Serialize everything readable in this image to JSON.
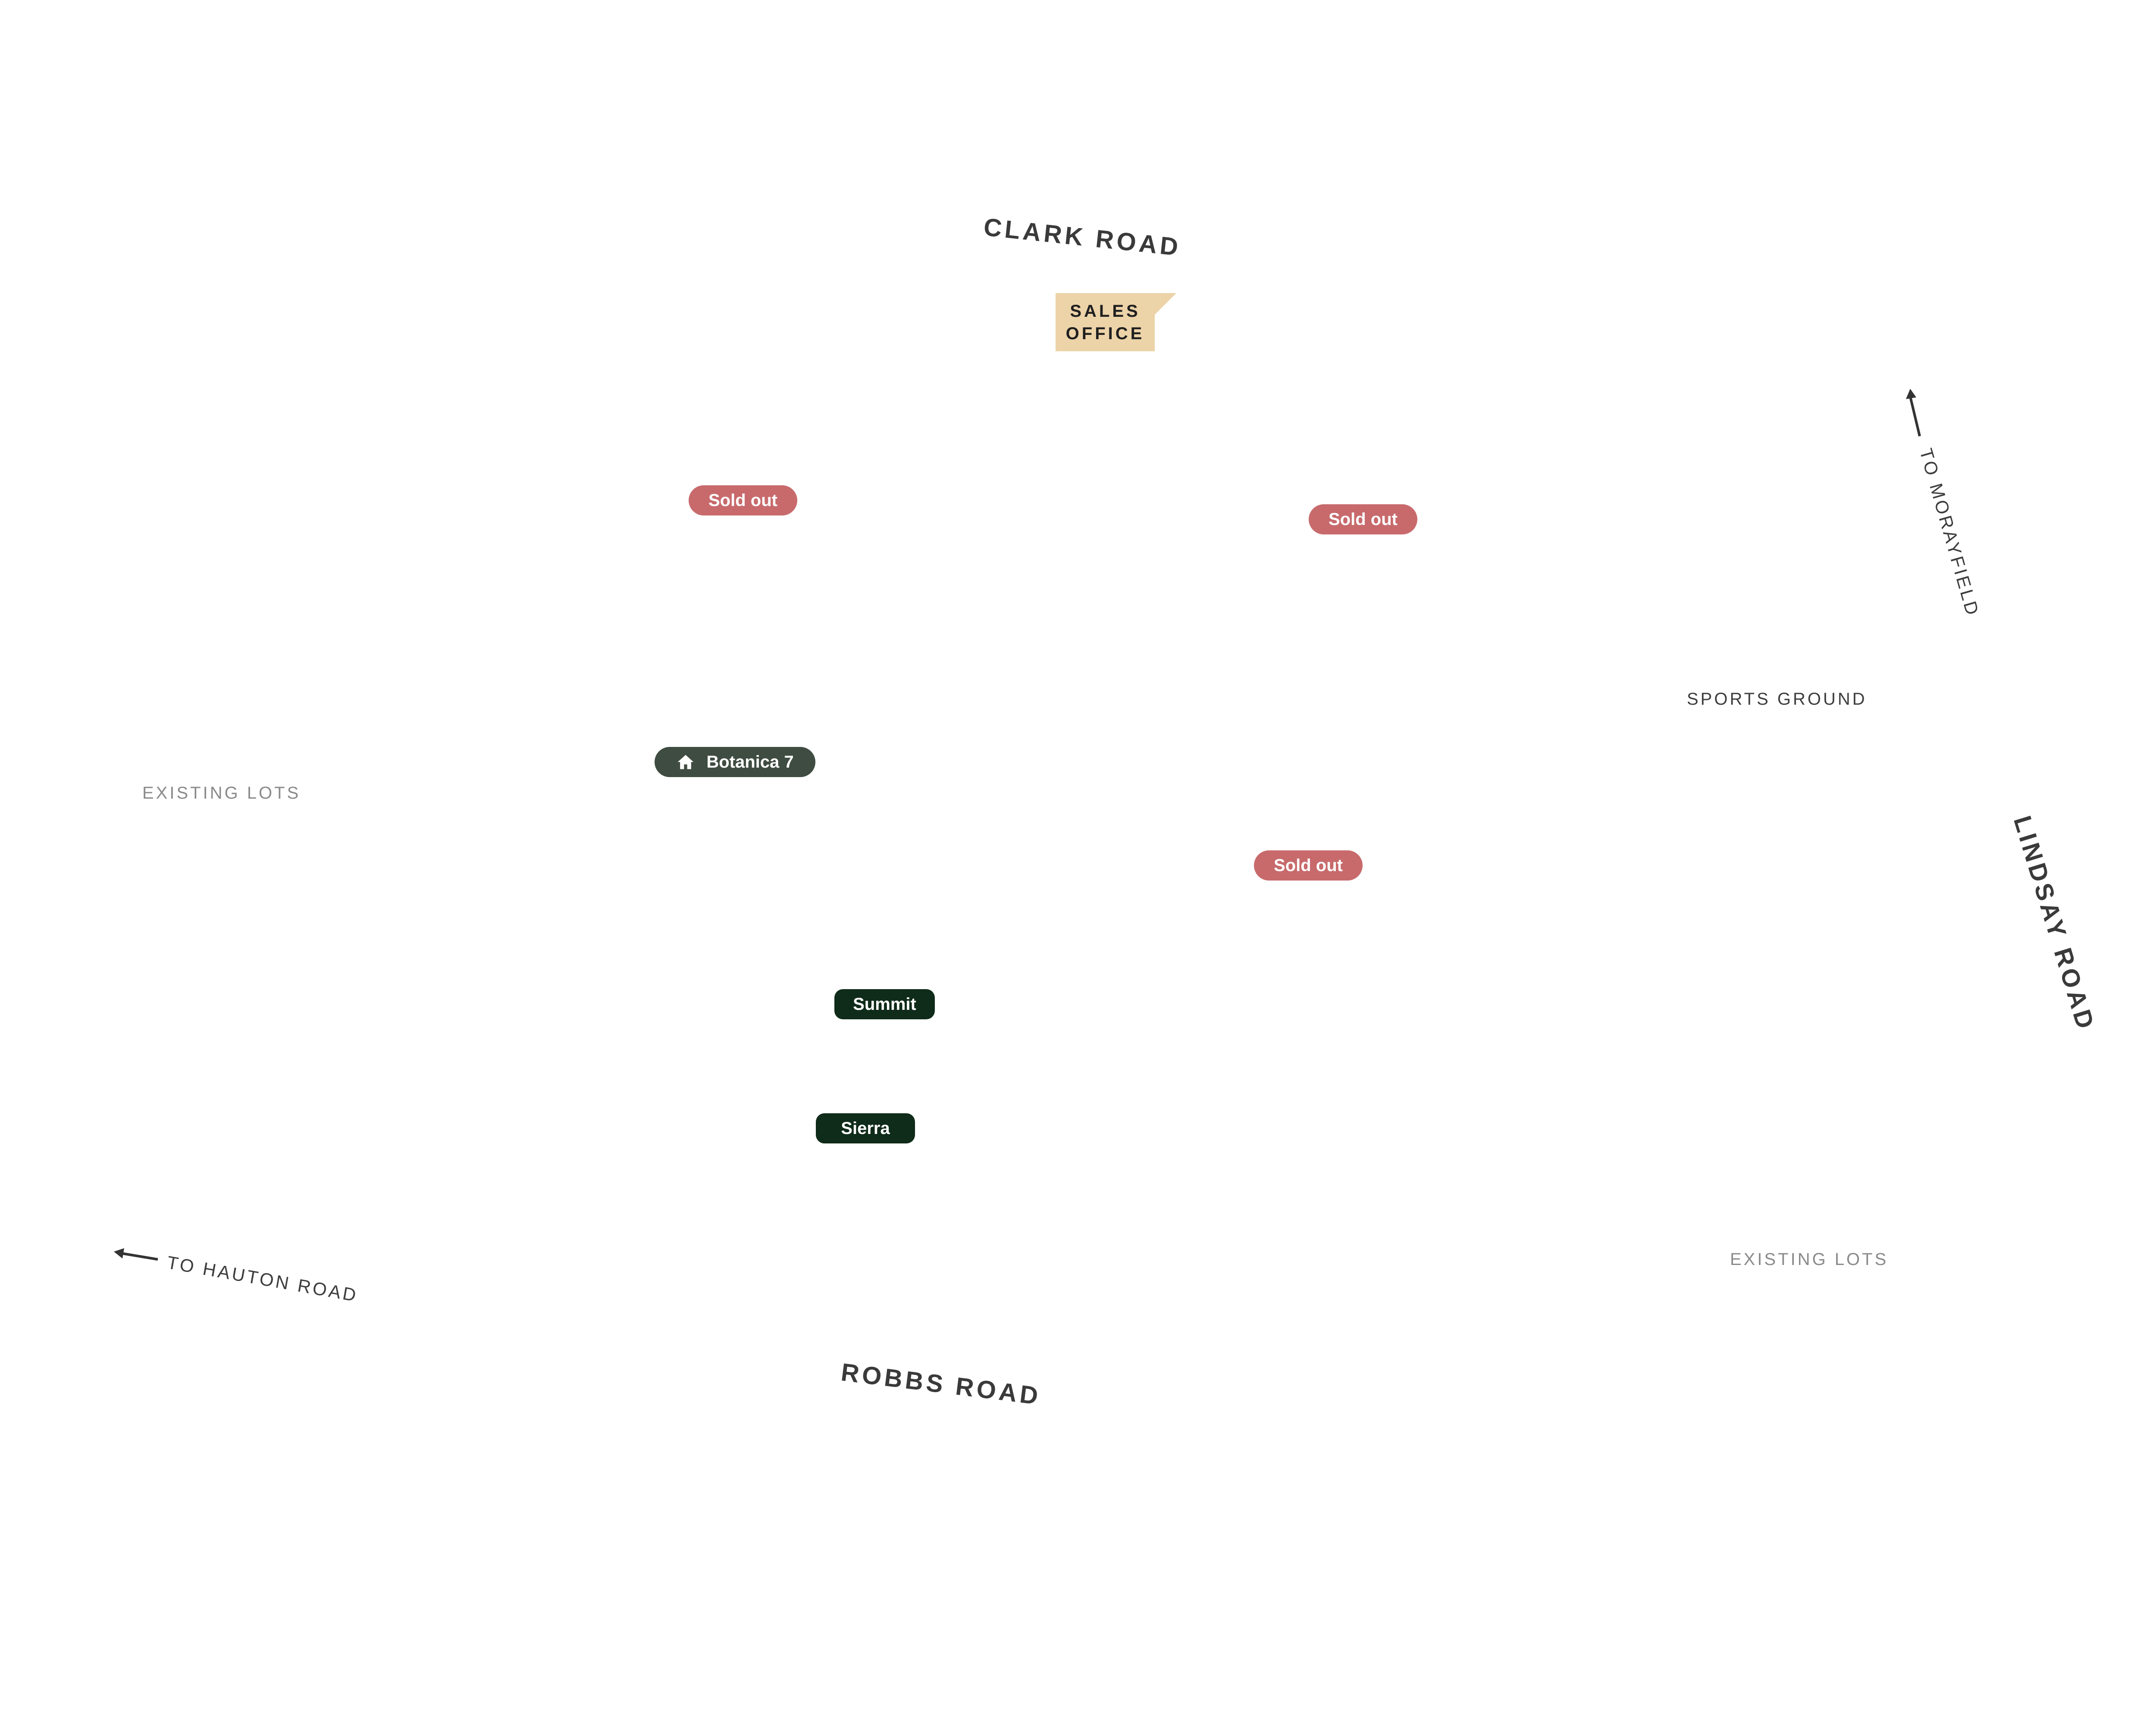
{
  "roads": {
    "clark": "CLARK ROAD",
    "robbs": "ROBBS ROAD",
    "lindsay": "LINDSAY ROAD"
  },
  "areas": {
    "existing_lots_west": "EXISTING LOTS",
    "existing_lots_east": "EXISTING LOTS",
    "sports_ground": "SPORTS GROUND"
  },
  "directions": {
    "to_morayfield": "TO MORAYFIELD",
    "to_hauton_road": "TO HAUTON ROAD"
  },
  "sales_office": {
    "line1": "SALES",
    "line2": "OFFICE"
  },
  "markers": {
    "sold_out_1": "Sold out",
    "sold_out_2": "Sold out",
    "sold_out_3": "Sold out",
    "botanica": "Botanica 7",
    "summit": "Summit",
    "sierra": "Sierra"
  },
  "icons": {
    "home": "home-icon",
    "arrow": "arrow-icon"
  },
  "colors": {
    "sold_out": "#c86a6c",
    "display_home": "#3f4c41",
    "release": "#0f2b19",
    "sales_office": "#ecd3a8",
    "road_text": "#3a3a3a",
    "muted_text": "#8a8a8a"
  }
}
